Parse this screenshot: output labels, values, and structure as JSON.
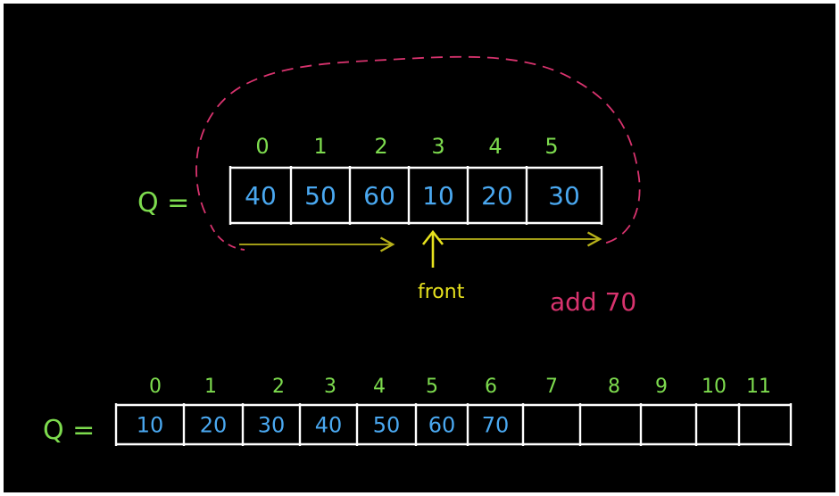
{
  "colors": {
    "background": "#000000",
    "outer_frame": "#ffffff",
    "cell_border": "#ffffff",
    "index_label": "#7ddb4e",
    "queue_label": "#7ddb4e",
    "cell_value": "#4aa8f0",
    "front_pointer": "#e7e21e",
    "traversal_arrow": "#b8b21a",
    "circular_loop": "#d8336e",
    "annotation": "#d8336e"
  },
  "top_queue": {
    "label": "Q =",
    "indices": [
      "0",
      "1",
      "2",
      "3",
      "4",
      "5"
    ],
    "values": [
      "40",
      "50",
      "60",
      "10",
      "20",
      "30"
    ],
    "front_label": "front",
    "front_index": 3,
    "annotation": "add 70"
  },
  "bottom_queue": {
    "label": "Q =",
    "indices": [
      "0",
      "1",
      "2",
      "3",
      "4",
      "5",
      "6",
      "7",
      "8",
      "9",
      "10",
      "11"
    ],
    "values": [
      "10",
      "20",
      "30",
      "40",
      "50",
      "60",
      "70",
      "",
      "",
      "",
      "",
      ""
    ]
  }
}
